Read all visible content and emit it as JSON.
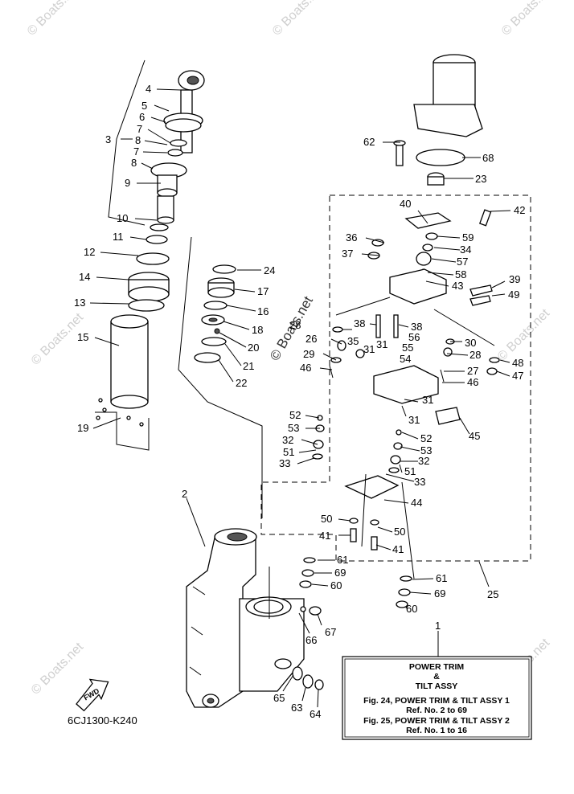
{
  "diagram": {
    "code_label": "6CJ1300-K240",
    "watermarks": [
      "© Boats.net",
      "© Boats.net",
      "© Boats.net",
      "© Boats.net",
      "© Boats.net",
      "© Boats.net",
      "© Boats.net"
    ],
    "center_watermark": "© Boats.net",
    "fwd_label": "FWD",
    "callouts": [
      "1",
      "2",
      "3",
      "4",
      "5",
      "6",
      "7",
      "7",
      "8",
      "8",
      "9",
      "10",
      "11",
      "12",
      "13",
      "14",
      "15",
      "16",
      "17",
      "18",
      "19",
      "20",
      "21",
      "22",
      "23",
      "24",
      "25",
      "26",
      "27",
      "28",
      "28",
      "29",
      "30",
      "31",
      "31",
      "31",
      "31",
      "32",
      "32",
      "33",
      "33",
      "34",
      "35",
      "36",
      "37",
      "38",
      "38",
      "39",
      "40",
      "41",
      "41",
      "42",
      "43",
      "44",
      "45",
      "46",
      "46",
      "47",
      "48",
      "49",
      "50",
      "50",
      "51",
      "51",
      "52",
      "52",
      "53",
      "53",
      "54",
      "55",
      "56",
      "57",
      "58",
      "59",
      "60",
      "60",
      "61",
      "61",
      "62",
      "63",
      "64",
      "65",
      "66",
      "67",
      "68",
      "69",
      "69"
    ],
    "info_box": {
      "title_line1": "POWER TRIM",
      "title_line2": "&",
      "title_line3": "TILT ASSY",
      "ref1_line1": "Fig. 24, POWER TRIM & TILT ASSY 1",
      "ref1_line2": "Ref. No. 2 to 69",
      "ref2_line1": "Fig. 25, POWER TRIM & TILT ASSY 2",
      "ref2_line2": "Ref. No. 1 to 16"
    }
  }
}
